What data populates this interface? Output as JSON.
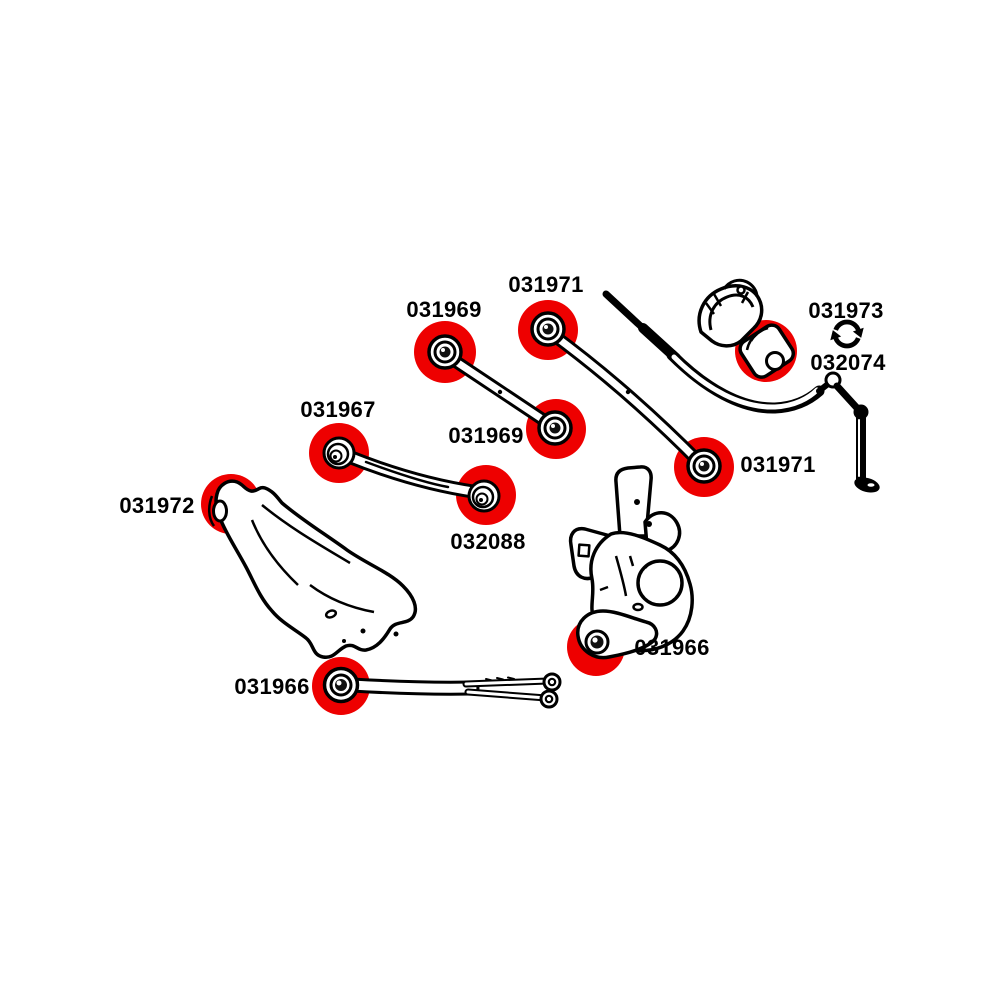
{
  "page": {
    "background_color": "#ffffff"
  },
  "diagram": {
    "kind": "rear-suspension-parts-diagram",
    "line_color": "#000000",
    "highlight_color": "#ee0000",
    "labels": [
      {
        "part": "camber-arm-inner-bushing",
        "text": "031969"
      },
      {
        "part": "toe-arm-inner-bushing",
        "text": "031971"
      },
      {
        "part": "swaybar-bushing-option-a",
        "text": "031973"
      },
      {
        "part": "swaybar-bushing-option-b",
        "text": "032074"
      },
      {
        "part": "upper-arm-front-bushing",
        "text": "031967"
      },
      {
        "part": "camber-arm-outer-bushing",
        "text": "031969"
      },
      {
        "part": "toe-arm-outer-bushing",
        "text": "031971"
      },
      {
        "part": "lower-arm-front-bushing",
        "text": "031972"
      },
      {
        "part": "upper-arm-outer-bushing",
        "text": "032088"
      },
      {
        "part": "knuckle-bushing",
        "text": "031966"
      },
      {
        "part": "trailing-arm-front-bushing",
        "text": "031966"
      }
    ],
    "icons": [
      {
        "name": "swap-arrows-icon"
      }
    ]
  }
}
